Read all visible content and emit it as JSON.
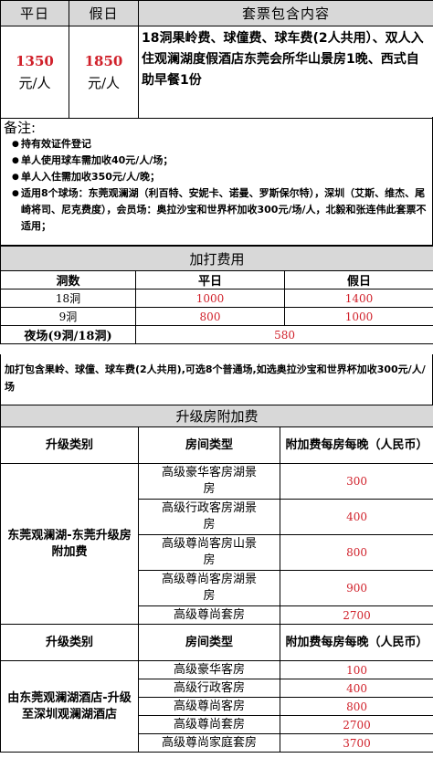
{
  "top_table": {
    "headers": [
      "平日",
      "假日",
      "套票包含内容"
    ],
    "weekday_price": "1350",
    "holiday_price": "1850",
    "price_unit": "元/人",
    "content": "18洞果岭费、球僮费、球车费(2人共用）、双人入住观澜湖度假酒店东莞会所华山景房1晚、西式自助早餐1份"
  },
  "notes": {
    "title": "备注:",
    "bullet": "●",
    "items": [
      "持有效证件登记",
      "单人使用球车需加收40元/人/场；",
      "单人入住需加收350元/人/晚；",
      "适用8个球场：东莞观澜湖（利百特、安妮卡、诺曼、罗斯保尔特），深圳（艾斯、维杰、尾崎将司、尼克费度），会员场：奥拉沙宝和世界杯加收300元/场/人，北毅和张连伟此套票不适用；"
    ]
  },
  "extra_fee": {
    "title": "加打费用",
    "headers": [
      "洞数",
      "平日",
      "假日"
    ],
    "rows": [
      {
        "holes": "18洞",
        "weekday": "1000",
        "holiday": "1400"
      },
      {
        "holes": "9洞",
        "weekday": "800",
        "holiday": "1000"
      }
    ],
    "night_label": "夜场(9洞/18洞)",
    "night_price": "580"
  },
  "addon_note": "加打包含果岭、球僮、球车费(2人共用),可选8个普通场,如选奥拉沙宝和世界杯加收300元/人/场",
  "upgrade": {
    "title": "升级房附加费",
    "col_category": "升级类别",
    "col_room": "房间类型",
    "col_fee": "附加费每房每晚（人民币）",
    "group1": {
      "category": "东莞观澜湖-东莞升级房附加费",
      "rows": [
        {
          "room": "高级豪华客房湖景房",
          "fee": "300"
        },
        {
          "room": "高级行政客房湖景房",
          "fee": "400"
        },
        {
          "room": "高级尊尚客房山景房",
          "fee": "800"
        },
        {
          "room": "高级尊尚客房湖景房",
          "fee": "900"
        },
        {
          "room": "高级尊尚套房",
          "fee": "2700"
        }
      ]
    },
    "group2": {
      "category": "由东莞观澜湖酒店-升级至深圳观澜湖酒店",
      "rows": [
        {
          "room": "高级豪华客房",
          "fee": "100"
        },
        {
          "room": "高级行政客房",
          "fee": "400"
        },
        {
          "room": "高级尊尚客房",
          "fee": "800"
        },
        {
          "room": "高级尊尚套房",
          "fee": "2700"
        },
        {
          "room": "高级尊尚家庭套房",
          "fee": "3700"
        }
      ]
    }
  }
}
